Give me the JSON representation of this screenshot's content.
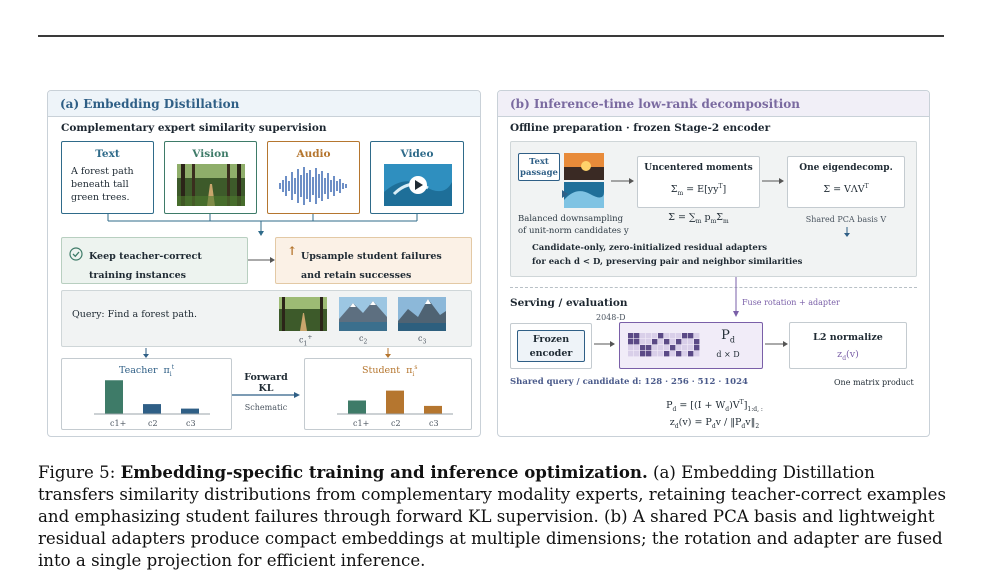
{
  "panel_a": {
    "title": "(a) Embedding Distillation",
    "subtitle": "Complementary expert similarity supervision",
    "modalities": {
      "text": {
        "label": "Text",
        "body": [
          "A forest path",
          "beneath tall",
          "green trees."
        ]
      },
      "vision": {
        "label": "Vision"
      },
      "audio": {
        "label": "Audio"
      },
      "video": {
        "label": "Video"
      }
    },
    "keep_box": [
      "Keep teacher-correct",
      "training instances"
    ],
    "upsample_box": [
      "Upsample student failures",
      "and retain successes"
    ],
    "query": "Query: Find a forest path.",
    "candidates": [
      "c",
      "c",
      "c"
    ],
    "candidate_subs": [
      "1",
      "2",
      "3"
    ],
    "candidate_sups": [
      "+",
      "",
      ""
    ],
    "teacher": {
      "label": "Teacher",
      "symbol": "π",
      "sub": "i",
      "sup": "t",
      "values": [
        0.75,
        0.22,
        0.12
      ],
      "colors": [
        "#3e7b68",
        "#2f5f86",
        "#2f5f86"
      ]
    },
    "student": {
      "label": "Student",
      "symbol": "π",
      "sub": "i",
      "sup": "s",
      "values": [
        0.3,
        0.52,
        0.18
      ],
      "colors": [
        "#3e7b68",
        "#b5762f",
        "#b5762f"
      ]
    },
    "forward_kl": "Forward KL",
    "schematic": "Schematic"
  },
  "panel_b": {
    "title": "(b) Inference-time low-rank decomposition",
    "offline_title": "Offline preparation · frozen Stage-2 encoder",
    "text_passage": [
      "Text",
      "passage"
    ],
    "sampling_caption": [
      "Balanced downsampling",
      "of unit-norm candidates y"
    ],
    "moments_title": "Uncentered moments",
    "moments_eq": "Σ",
    "moments_eq_sub": "m",
    "moments_eq_rhs": "= E[yy",
    "moments_eq_T": "T",
    "moments_eq_end": "]",
    "sum_eq": "Σ = ∑",
    "sum_eq_sub": "m",
    "sum_eq_mid": "p",
    "sum_eq_mid_sub": "m",
    "sum_eq_end": "Σ",
    "sum_eq_end_sub": "m",
    "eigen_title": "One eigendecomp.",
    "eigen_eq": "Σ = VΛV",
    "eigen_eq_T": "T",
    "shared_pca": "Shared PCA basis V",
    "adapter_note": [
      "Candidate-only, zero-initialized residual adapters",
      "for each d < D, preserving pair and neighbor similarities"
    ],
    "fuse_label": "Fuse rotation + adapter",
    "serving_title": "Serving / evaluation",
    "frozen_encoder": [
      "Frozen",
      "encoder"
    ],
    "dim_label": "2048-D",
    "pd_symbol": "P",
    "pd_sub": "d",
    "pd_dims": "d × D",
    "l2_title": "L2 normalize",
    "l2_eq": "z",
    "l2_eq_sub": "d",
    "l2_eq_end": "(v)",
    "shared_dims": "Shared query / candidate d: 128 · 256 · 512 · 1024",
    "one_matrix": "One matrix product",
    "formula1": "P",
    "formula1_sub": "d",
    "formula1_rhs": " = [(I + W",
    "formula1_w_sub": "d",
    "formula1_mid": ")V",
    "formula1_T": "T",
    "formula1_end": "]",
    "formula1_range": "1:d, :",
    "formula2": "z",
    "formula2_sub": "d",
    "formula2_rhs": "(v) = P",
    "formula2_p_sub": "d",
    "formula2_mid": "v / ‖P",
    "formula2_p2_sub": "d",
    "formula2_end": "v‖",
    "formula2_norm_sub": "2"
  },
  "caption": {
    "label": "Figure 5: ",
    "title": "Embedding-specific training and inference optimization.",
    "body": " (a) Embedding Distillation transfers similarity distributions from complementary modality experts, retaining teacher-correct examples and emphasizing student failures through forward KL supervision. (b) A shared PCA basis and lightweight residual adapters produce compact embeddings at multiple dimensions; the rotation and adapter are fused into a single projection for efficient inference."
  },
  "colors": {
    "teal": "#2f6b8a",
    "green": "#3e7b68",
    "orange": "#b5762f",
    "purple": "#7a5fa8",
    "blue": "#2f5f86"
  }
}
